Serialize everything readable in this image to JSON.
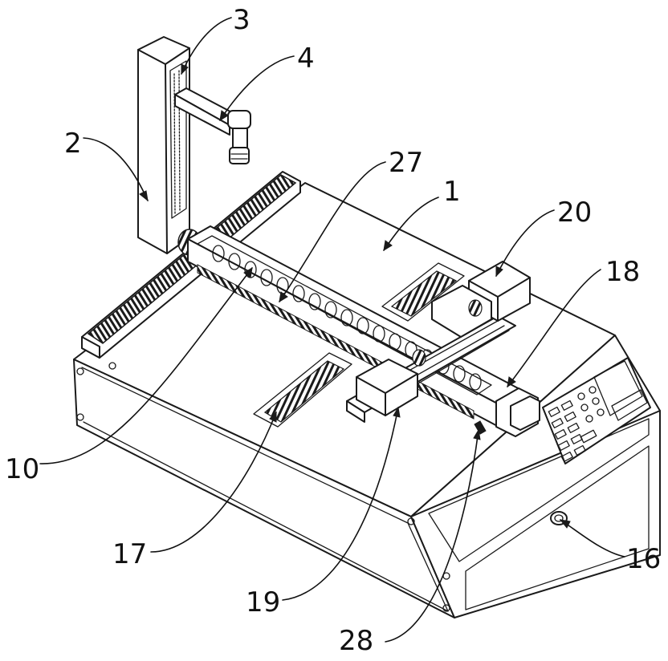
{
  "labels": [
    "1",
    "2",
    "3",
    "4",
    "10",
    "16",
    "17",
    "18",
    "19",
    "20",
    "27",
    "28"
  ]
}
